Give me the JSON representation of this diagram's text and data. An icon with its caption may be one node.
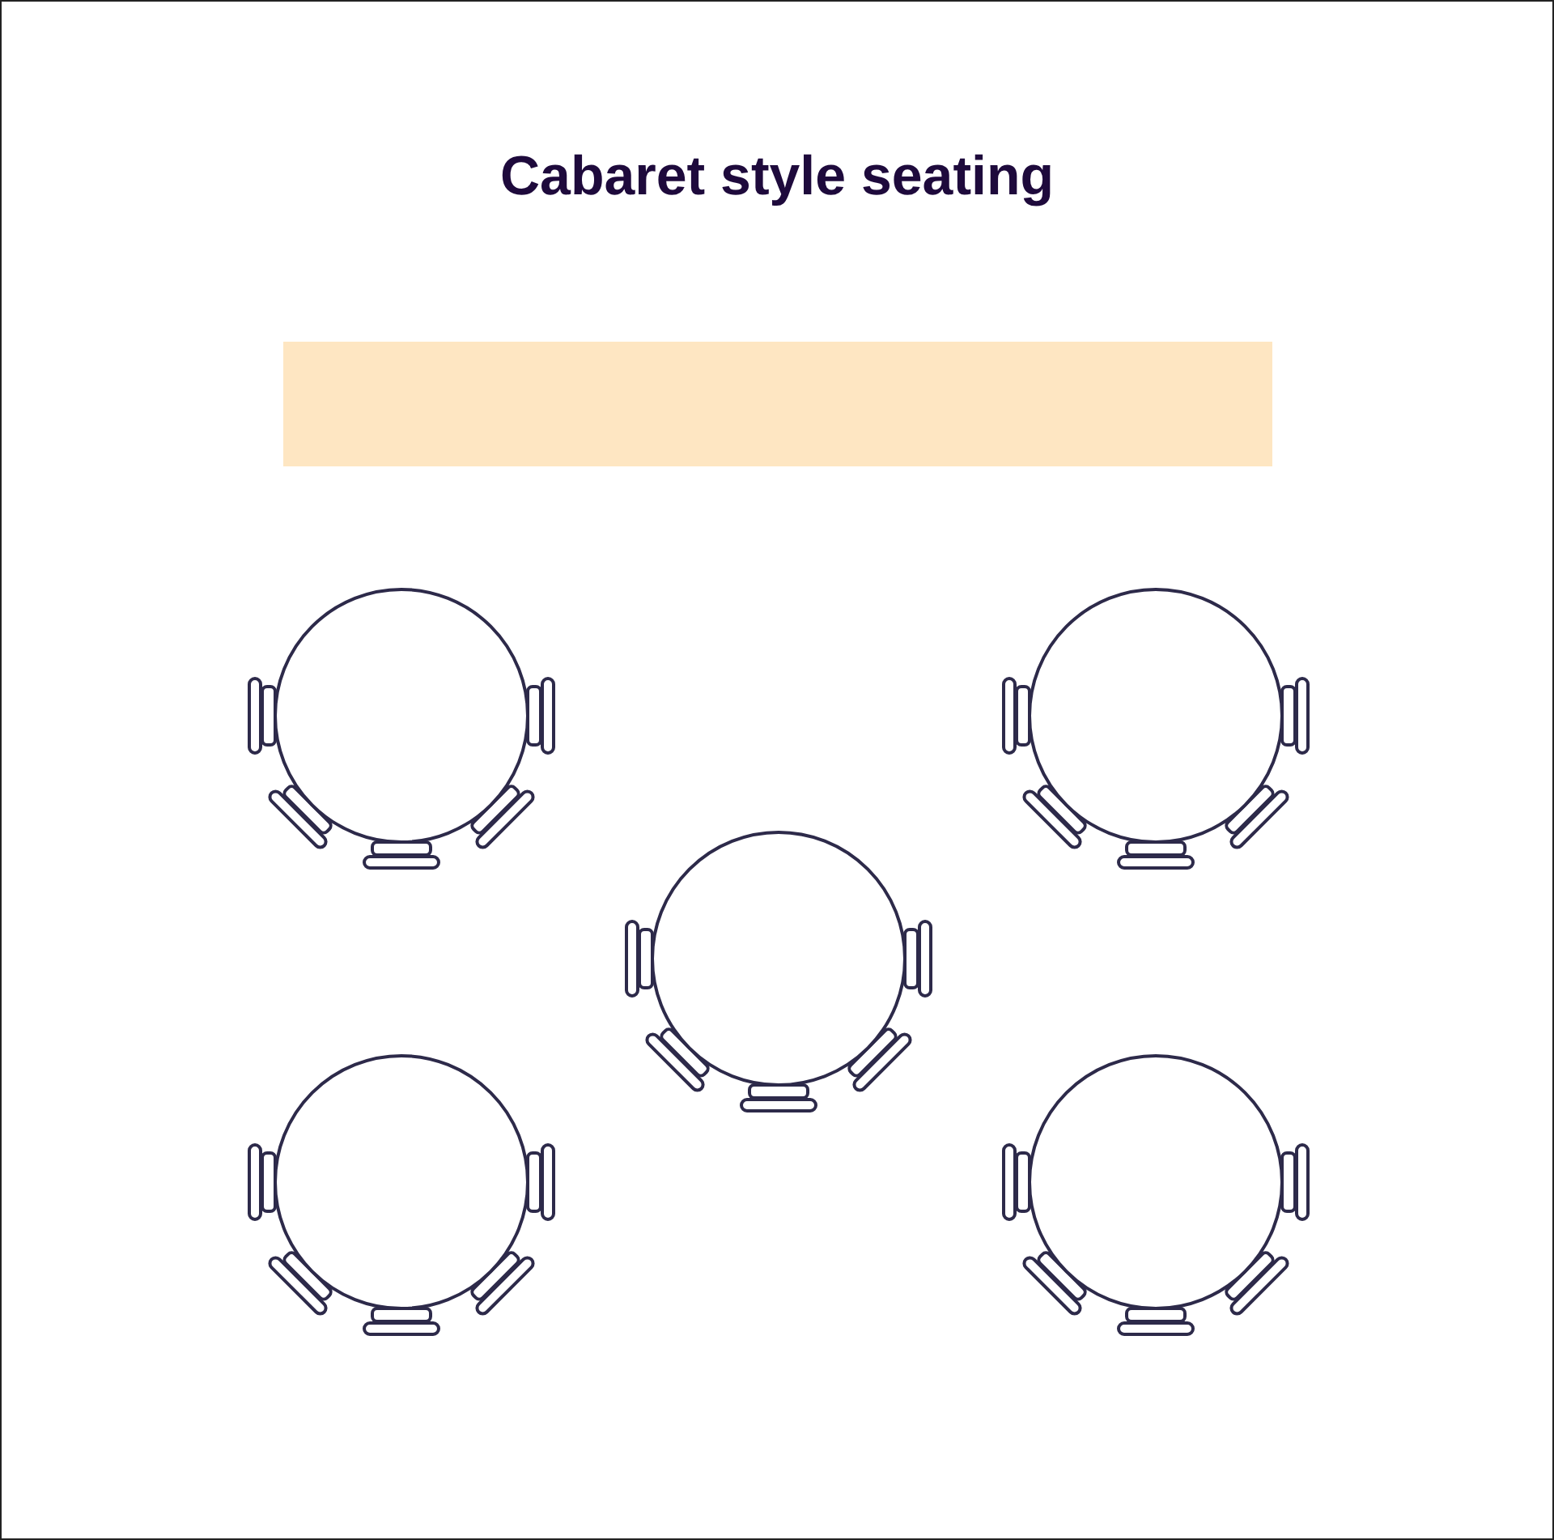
{
  "diagram": {
    "title": "Cabaret style seating",
    "nodes": [
      {
        "text": [],
        "shape": "bar"
      },
      {
        "text": [],
        "shape": "circle"
      },
      {
        "text": [],
        "shape": "circle"
      },
      {
        "text": [],
        "shape": "circle"
      },
      {
        "text": [],
        "shape": "circle"
      },
      {
        "text": [],
        "shape": "circle"
      }
    ]
  }
}
